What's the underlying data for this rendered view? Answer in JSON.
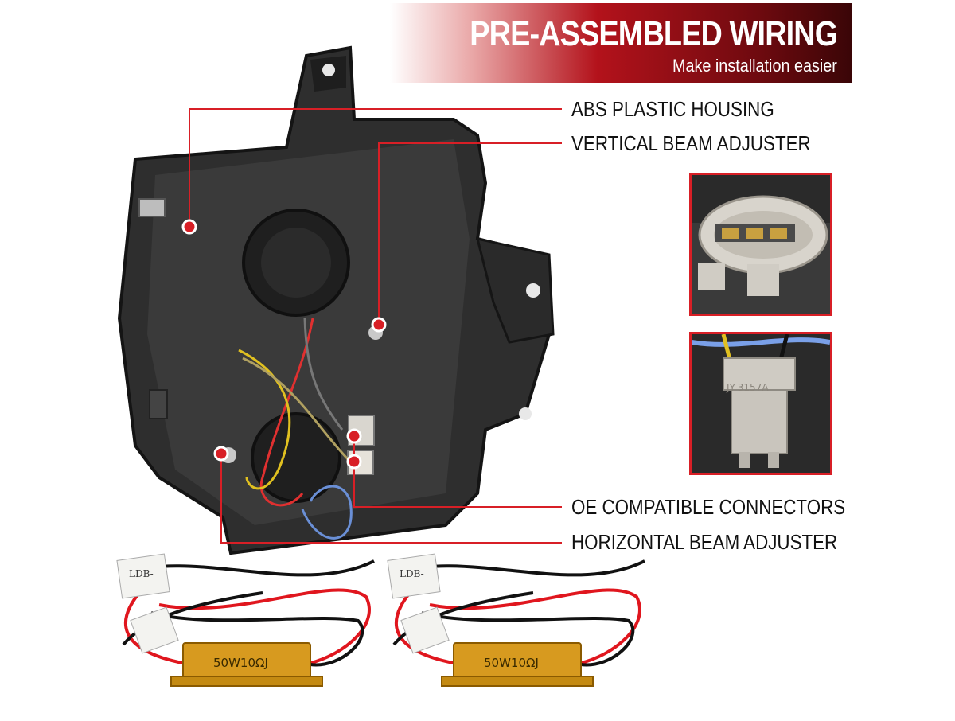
{
  "banner": {
    "title": "PRE-ASSEMBLED WIRING",
    "subtitle": "Make installation easier"
  },
  "callouts": [
    {
      "label": "ABS PLASTIC HOUSING"
    },
    {
      "label": "VERTICAL BEAM ADJUSTER"
    },
    {
      "label": "OE COMPATIBLE CONNECTORS"
    },
    {
      "label": "HORIZONTAL BEAM ADJUSTER"
    }
  ],
  "connector_insets": [
    {
      "icon": "three-pin-connector-icon"
    },
    {
      "icon": "bulb-socket-connector-icon",
      "marking": "JY-3157A"
    }
  ],
  "resistors": [
    {
      "marking": "50W10ΩJ",
      "tag": "LDB-"
    },
    {
      "marking": "50W10ΩJ",
      "tag": "LDB-"
    }
  ],
  "colors": {
    "accent": "#d81f26",
    "banner_dark": "#6e0a0f",
    "resistor_gold": "#d79a1f",
    "wire_red": "#e0161e",
    "wire_black": "#111111"
  }
}
